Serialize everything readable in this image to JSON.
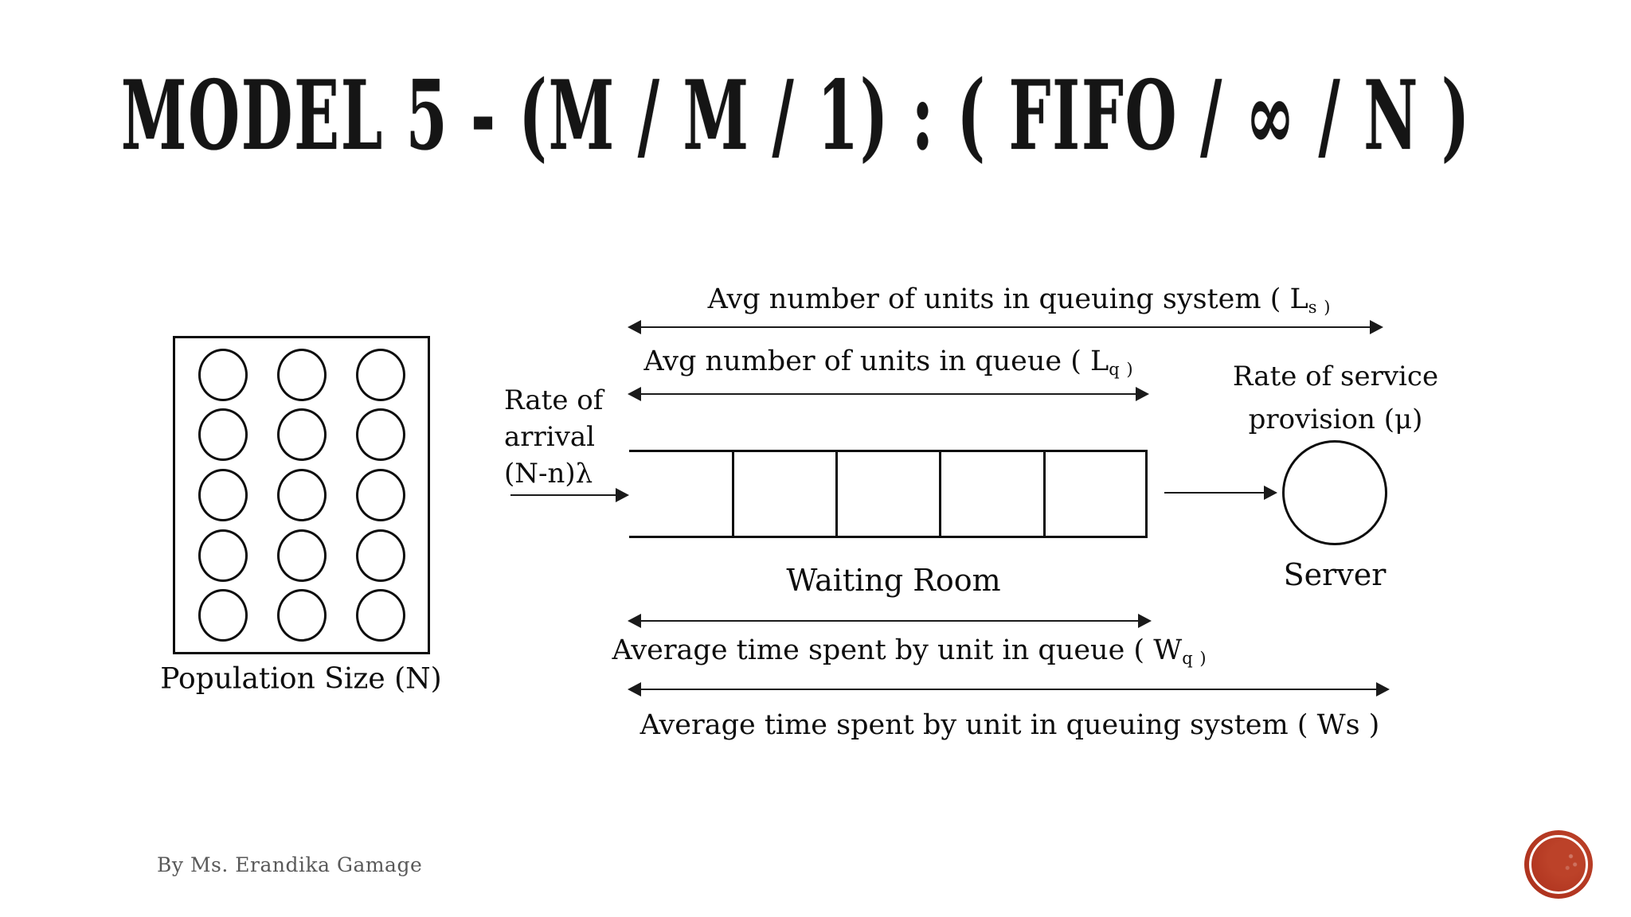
{
  "slide": {
    "title": "MODEL 5 - (M / M / 1) : ( FIFO / ∞ / N )",
    "footer": "By Ms. Erandika Gamage"
  },
  "population": {
    "label": "Population Size (N)",
    "rows": 5,
    "cols": 3
  },
  "labels": {
    "ls": {
      "pre": "Avg number of units in queuing system ( L",
      "sub": "s",
      "post": " )"
    },
    "lq": {
      "pre": "Avg number of units in queue ( L",
      "sub": "q",
      "post": " )"
    },
    "wq": {
      "pre": "Average time spent by unit in queue ( W",
      "sub": "q",
      "post": " )"
    },
    "ws": {
      "text": "Average time spent by unit in queuing system ( Ws )"
    },
    "arrival": {
      "lines": [
        "Rate of",
        "arrival",
        "(N-n)λ"
      ]
    },
    "service": {
      "lines": [
        "Rate of service",
        "provision (μ)"
      ]
    },
    "waiting_room": "Waiting Room",
    "server": "Server"
  },
  "colors": {
    "ink": "#0d0d0d",
    "accent_red": "#b0341f",
    "footer_gray": "#595959"
  }
}
